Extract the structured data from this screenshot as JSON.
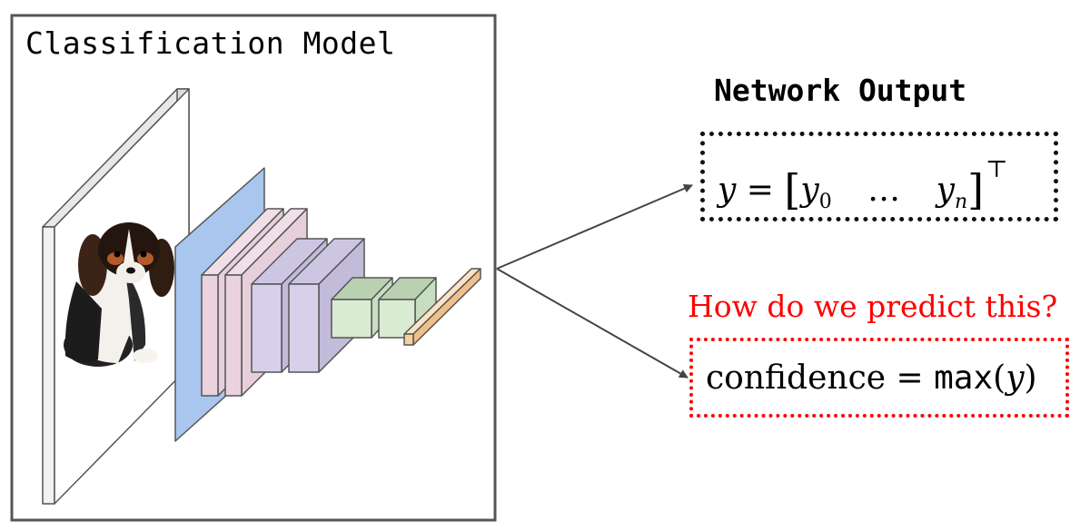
{
  "model": {
    "title": "Classification Model"
  },
  "output": {
    "title": "Network Output",
    "formula": {
      "lhs": "y",
      "equals": "=",
      "open_bracket": "[",
      "first": "y",
      "first_sub": "0",
      "ellipsis": "…",
      "last": "y",
      "last_sub": "n",
      "close_bracket": "]",
      "transpose": "⊤"
    }
  },
  "question": {
    "text": "How do we predict this?"
  },
  "confidence": {
    "label": "confidence",
    "equals": "=",
    "func": "max",
    "paren_open": "(",
    "arg": "y",
    "paren_close": ")"
  },
  "colors": {
    "frame": "#555555",
    "blue_layer": "#a9c6ee",
    "pink_layer": "#ead2de",
    "purple_layer": "#d7d0eb",
    "green_layer": "#d9ecd2",
    "orange_layer": "#f7cf9f",
    "question": "#ff0000",
    "arrow": "#444444"
  },
  "icons": {
    "input_image": "dog-photo",
    "arrows": "arrow-right"
  }
}
